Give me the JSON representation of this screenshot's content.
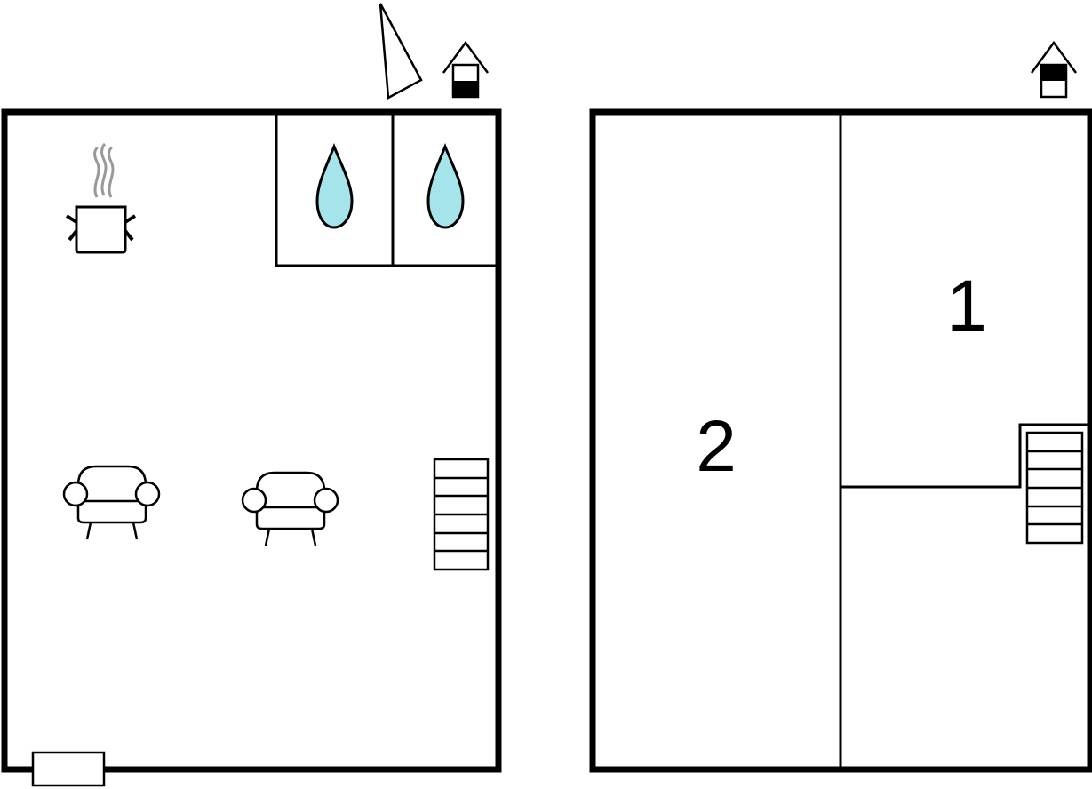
{
  "floors": [
    {
      "icons": [
        "kitchen-pot-icon",
        "bathroom-water-icon",
        "bathroom-water-icon",
        "armchair-icon",
        "armchair-icon",
        "staircase-icon",
        "radiator-icon",
        "floor-level-icon",
        "north-arrow-icon"
      ],
      "floor_indicator": "ground"
    },
    {
      "icons": [
        "staircase-icon",
        "floor-level-icon"
      ],
      "floor_indicator": "upper",
      "room_labels": [
        "1",
        "2"
      ]
    }
  ],
  "colors": {
    "wall": "#000000",
    "water": "#a6e4ec",
    "steam": "#999999",
    "background": "#ffffff"
  }
}
